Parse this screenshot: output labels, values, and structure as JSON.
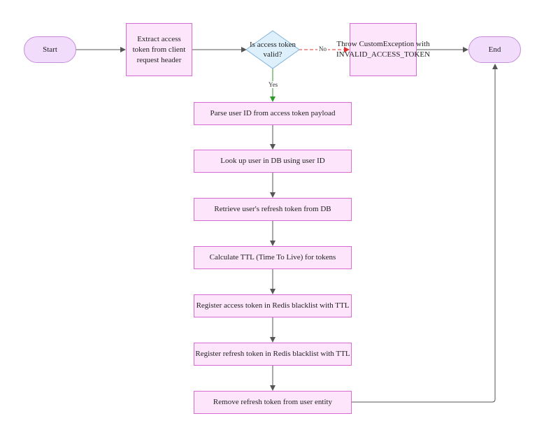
{
  "nodes": {
    "start": "Start",
    "extract": "Extract access token from client request header",
    "decision": "Is access token valid?",
    "throw": "Throw CustomException with INVALID_ACCESS_TOKEN",
    "end": "End",
    "parse": "Parse user ID from access token payload",
    "lookup": "Look up user in DB using user ID",
    "retrieve": "Retrieve user's refresh token from DB",
    "ttl": "Calculate TTL (Time To Live) for tokens",
    "reg_access": "Register access token in Redis blacklist with TTL",
    "reg_refresh": "Register refresh token in Redis blacklist with TTL",
    "remove": "Remove refresh token from user entity"
  },
  "edge_labels": {
    "no": "No",
    "yes": "Yes"
  },
  "colors": {
    "box_fill": "#fde6fb",
    "box_border": "#d86bd3",
    "terminal_fill": "#f1dcfc",
    "diamond_fill": "#def0fb",
    "diamond_border": "#7fb2d9",
    "edge": "#555555",
    "no_edge": "#e03030",
    "yes_edge": "#2a9a2a"
  }
}
